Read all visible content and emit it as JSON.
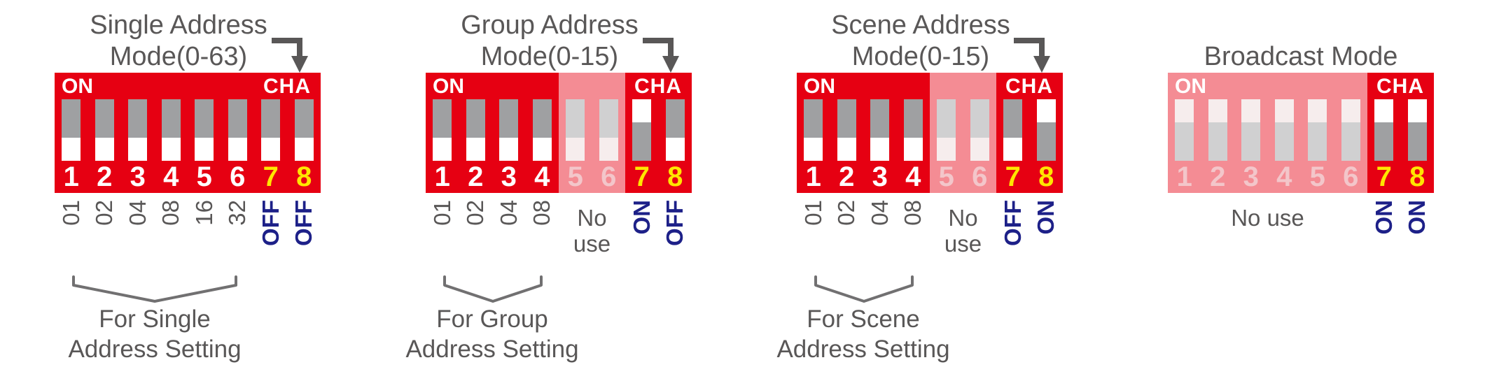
{
  "colors": {
    "panel_red": "#e60012",
    "switch_gray": "#9fa0a2",
    "number_yellow": "#ffe600",
    "label_blue": "#1d2088",
    "text_gray": "#595757",
    "bracket_gray": "#717071",
    "fade_overlay": "rgba(255,255,255,0.55)"
  },
  "modes": [
    {
      "title_line1": "Single Address",
      "title_line2": "Mode(0-63)",
      "on_label": "ON",
      "cha_label": "CHA",
      "switches": [
        {
          "number": "1",
          "state": "off",
          "use": "inuse",
          "value": "01"
        },
        {
          "number": "2",
          "state": "off",
          "use": "inuse",
          "value": "02"
        },
        {
          "number": "3",
          "state": "off",
          "use": "inuse",
          "value": "04"
        },
        {
          "number": "4",
          "state": "off",
          "use": "inuse",
          "value": "08"
        },
        {
          "number": "5",
          "state": "off",
          "use": "inuse",
          "value": "16"
        },
        {
          "number": "6",
          "state": "off",
          "use": "inuse",
          "value": "32"
        },
        {
          "number": "7",
          "state": "off",
          "use": "inuse",
          "value": "OFF"
        },
        {
          "number": "8",
          "state": "off",
          "use": "inuse",
          "value": "OFF"
        }
      ],
      "caption_line1": "For Single",
      "caption_line2": "Address Setting"
    },
    {
      "title_line1": "Group Address",
      "title_line2": "Mode(0-15)",
      "on_label": "ON",
      "cha_label": "CHA",
      "no_use_label": "No use",
      "switches": [
        {
          "number": "1",
          "state": "off",
          "use": "inuse",
          "value": "01"
        },
        {
          "number": "2",
          "state": "off",
          "use": "inuse",
          "value": "02"
        },
        {
          "number": "3",
          "state": "off",
          "use": "inuse",
          "value": "04"
        },
        {
          "number": "4",
          "state": "off",
          "use": "inuse",
          "value": "08"
        },
        {
          "number": "5",
          "state": "off",
          "use": "nouse",
          "value": ""
        },
        {
          "number": "6",
          "state": "off",
          "use": "nouse",
          "value": ""
        },
        {
          "number": "7",
          "state": "on",
          "use": "inuse",
          "value": "ON"
        },
        {
          "number": "8",
          "state": "off",
          "use": "inuse",
          "value": "OFF"
        }
      ],
      "caption_line1": "For Group",
      "caption_line2": "Address Setting"
    },
    {
      "title_line1": "Scene Address",
      "title_line2": "Mode(0-15)",
      "on_label": "ON",
      "cha_label": "CHA",
      "no_use_label": "No use",
      "switches": [
        {
          "number": "1",
          "state": "off",
          "use": "inuse",
          "value": "01"
        },
        {
          "number": "2",
          "state": "off",
          "use": "inuse",
          "value": "02"
        },
        {
          "number": "3",
          "state": "off",
          "use": "inuse",
          "value": "04"
        },
        {
          "number": "4",
          "state": "off",
          "use": "inuse",
          "value": "08"
        },
        {
          "number": "5",
          "state": "off",
          "use": "nouse",
          "value": ""
        },
        {
          "number": "6",
          "state": "off",
          "use": "nouse",
          "value": ""
        },
        {
          "number": "7",
          "state": "off",
          "use": "inuse",
          "value": "OFF"
        },
        {
          "number": "8",
          "state": "on",
          "use": "inuse",
          "value": "ON"
        }
      ],
      "caption_line1": "For Scene",
      "caption_line2": "Address Setting"
    },
    {
      "title_line1": "Broadcast Mode",
      "on_label": "ON",
      "cha_label": "CHA",
      "no_use_label": "No use",
      "switches": [
        {
          "number": "1",
          "state": "on",
          "use": "nouse",
          "value": ""
        },
        {
          "number": "2",
          "state": "on",
          "use": "nouse",
          "value": ""
        },
        {
          "number": "3",
          "state": "on",
          "use": "nouse",
          "value": ""
        },
        {
          "number": "4",
          "state": "on",
          "use": "nouse",
          "value": ""
        },
        {
          "number": "5",
          "state": "on",
          "use": "nouse",
          "value": ""
        },
        {
          "number": "6",
          "state": "on",
          "use": "nouse",
          "value": ""
        },
        {
          "number": "7",
          "state": "on",
          "use": "inuse",
          "value": "ON"
        },
        {
          "number": "8",
          "state": "on",
          "use": "inuse",
          "value": "ON"
        }
      ]
    }
  ]
}
